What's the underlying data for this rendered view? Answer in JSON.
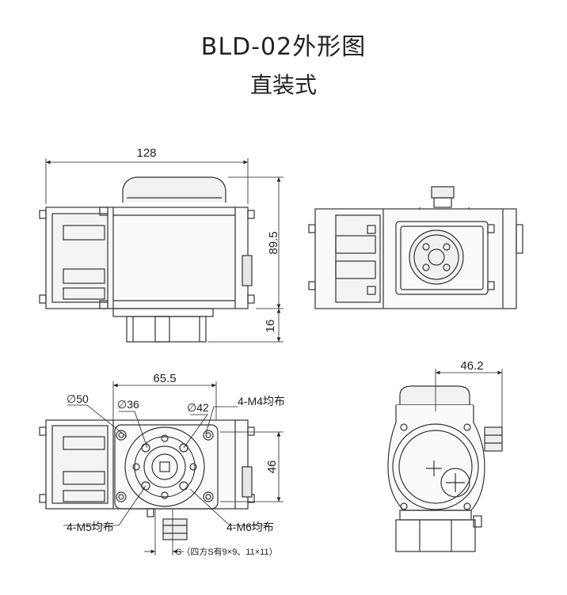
{
  "title": "BLD-02外形图",
  "subtitle": "直装式",
  "dims": {
    "width_top": "128",
    "height_side": "89.5",
    "base_height": "16",
    "bottom_width": "65.5",
    "bottom_height": "46",
    "side_width": "46.2",
    "d50": "∅50",
    "d36": "∅36",
    "d42": "∅42",
    "m4": "4-M4均布",
    "m5": "4-M5均布",
    "m6": "4-M6均布",
    "square": "S（四方S有9×9、11×11）"
  }
}
